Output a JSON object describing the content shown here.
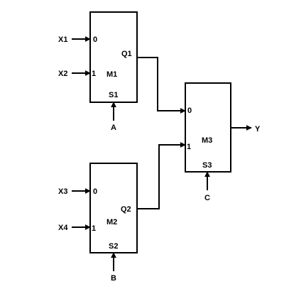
{
  "colors": {
    "line": "#000000",
    "background": "#ffffff"
  },
  "inputs": {
    "x1": "X1",
    "x2": "X2",
    "x3": "X3",
    "x4": "X4",
    "a": "A",
    "b": "B",
    "c": "C"
  },
  "output": {
    "y": "Y"
  },
  "m1": {
    "name": "M1",
    "port0": "0",
    "port1": "1",
    "out": "Q1",
    "sel": "S1"
  },
  "m2": {
    "name": "M2",
    "port0": "0",
    "port1": "1",
    "out": "Q2",
    "sel": "S2"
  },
  "m3": {
    "name": "M3",
    "port0": "0",
    "port1": "1",
    "sel": "S3"
  }
}
